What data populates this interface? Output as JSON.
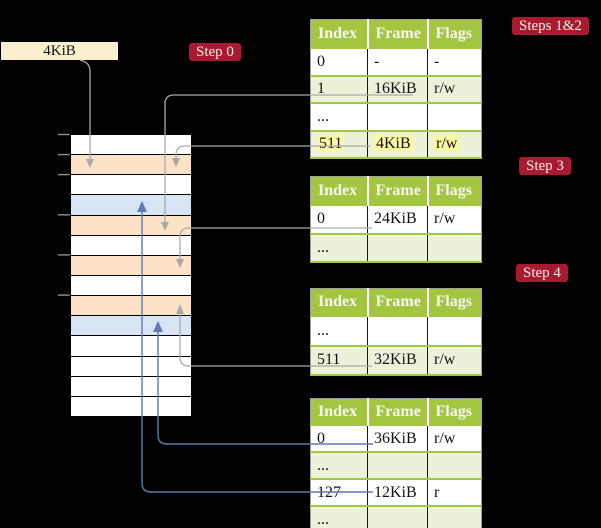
{
  "register": {
    "label": "4KiB",
    "bg": "#faf0ce"
  },
  "badges": {
    "step0": "Step 0",
    "steps12": "Steps 1&2",
    "step3": "Step 3",
    "step4": "Step 4",
    "bg": "#a81a30",
    "text_color": "#f2efe6"
  },
  "columns": [
    "Index",
    "Frame",
    "Flags"
  ],
  "tables": [
    {
      "name": "page-table-steps-1-2",
      "rows": [
        {
          "index": "0",
          "frame": "-",
          "flags": "-",
          "shade": false,
          "highlight": false
        },
        {
          "index": "1",
          "frame": "16KiB",
          "flags": "r/w",
          "shade": true,
          "highlight": false
        },
        {
          "index": "...",
          "frame": "",
          "flags": "",
          "shade": false,
          "highlight": false
        },
        {
          "index": "511",
          "frame": "4KiB",
          "flags": "r/w",
          "shade": true,
          "highlight": true
        }
      ]
    },
    {
      "name": "page-table-step-3",
      "rows": [
        {
          "index": "0",
          "frame": "24KiB",
          "flags": "r/w",
          "shade": false,
          "highlight": false
        },
        {
          "index": "...",
          "frame": "",
          "flags": "",
          "shade": true,
          "highlight": false
        }
      ]
    },
    {
      "name": "page-table-step-4",
      "rows": [
        {
          "index": "...",
          "frame": "",
          "flags": "",
          "shade": false,
          "highlight": false
        },
        {
          "index": "511",
          "frame": "32KiB",
          "flags": "r/w",
          "shade": true,
          "highlight": false
        }
      ]
    },
    {
      "name": "page-table-leaf",
      "rows": [
        {
          "index": "0",
          "frame": "36KiB",
          "flags": "r/w",
          "shade": false,
          "highlight": false
        },
        {
          "index": "...",
          "frame": "",
          "flags": "",
          "shade": true,
          "highlight": false
        },
        {
          "index": "127",
          "frame": "12KiB",
          "flags": "r",
          "shade": false,
          "highlight": false
        },
        {
          "index": "...",
          "frame": "",
          "flags": "",
          "shade": true,
          "highlight": false
        }
      ]
    }
  ],
  "memory": {
    "rows": [
      "white",
      "peach",
      "white",
      "blue",
      "peach",
      "white",
      "peach",
      "white",
      "peach",
      "blue",
      "white",
      "white",
      "white",
      "white"
    ],
    "peach_hex": "#fce3c8",
    "blue_hex": "#d7e5f5"
  },
  "connections": [
    {
      "from": "register 4KiB",
      "to": "memory frame 4KiB",
      "color": "gray"
    },
    {
      "from": "table1 entry 1 -> 16KiB",
      "to": "memory frame 16KiB",
      "color": "gray"
    },
    {
      "from": "table1 entry 511 -> 4KiB",
      "to": "memory frame 4KiB",
      "color": "gray"
    },
    {
      "from": "table2 entry 0 -> 24KiB",
      "to": "memory frame 24KiB",
      "color": "gray"
    },
    {
      "from": "table3 entry 511 -> 32KiB",
      "to": "memory frame 32KiB",
      "color": "gray"
    },
    {
      "from": "table4 entry 0 -> 36KiB",
      "to": "memory frame 36KiB",
      "color": "blue"
    },
    {
      "from": "table4 entry 127 -> 12KiB",
      "to": "memory frame 12KiB",
      "color": "blue"
    }
  ],
  "colors": {
    "background": "#000000",
    "table_header_green": "#a3c53f",
    "table_row_green": "#edf1d9",
    "highlight_yellow": "#fbf8a3",
    "badge_red": "#a81a30",
    "register_cream": "#faf0ce",
    "connector_gray": "#a9a9a9",
    "connector_blue": "#5b7cb0"
  }
}
